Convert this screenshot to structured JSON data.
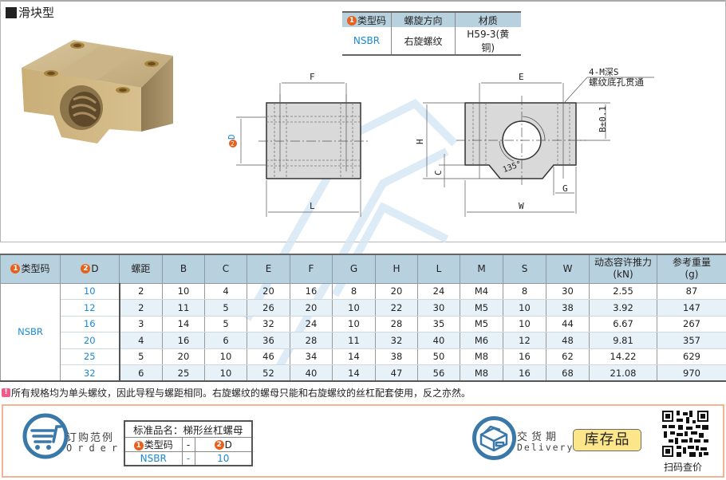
{
  "header": {
    "title": "滑块型"
  },
  "spec": {
    "headers": [
      "类型码",
      "螺旋方向",
      "材质"
    ],
    "badge": "1",
    "row": {
      "type_code": "NSBR",
      "thread_direction": "右旋螺纹",
      "material": "H59-3(黄铜)"
    }
  },
  "drawing": {
    "side_labels": {
      "F": "F",
      "D": "D",
      "L": "L",
      "badge": "2"
    },
    "front_labels": {
      "E": "E",
      "H": "H",
      "C": "C",
      "W": "W",
      "G": "G",
      "B": "B±0.1",
      "angle": "135°",
      "note1": "4-M深S",
      "note2": "螺纹底孔贯通"
    }
  },
  "table": {
    "headers": [
      {
        "badge": "1",
        "label": "类型码"
      },
      {
        "badge": "2",
        "label": "D"
      },
      {
        "label": "螺距"
      },
      {
        "label": "B"
      },
      {
        "label": "C"
      },
      {
        "label": "E"
      },
      {
        "label": "F"
      },
      {
        "label": "G"
      },
      {
        "label": "H"
      },
      {
        "label": "L"
      },
      {
        "label": "M"
      },
      {
        "label": "S"
      },
      {
        "label": "W"
      },
      {
        "label": "动态容许推力",
        "sub": "(kN)"
      },
      {
        "label": "参考重量",
        "sub": "(g)"
      }
    ],
    "type_code": "NSBR",
    "rows": [
      {
        "D": "10",
        "pitch": "2",
        "B": "10",
        "C": "4",
        "E": "20",
        "F": "16",
        "G": "8",
        "H": "20",
        "L": "24",
        "M": "M4",
        "S": "8",
        "W": "30",
        "thrust": "2.55",
        "weight": "87"
      },
      {
        "D": "12",
        "pitch": "2",
        "B": "11",
        "C": "5",
        "E": "26",
        "F": "20",
        "G": "10",
        "H": "22",
        "L": "30",
        "M": "M5",
        "S": "10",
        "W": "38",
        "thrust": "3.92",
        "weight": "147"
      },
      {
        "D": "16",
        "pitch": "3",
        "B": "14",
        "C": "5",
        "E": "32",
        "F": "24",
        "G": "10",
        "H": "28",
        "L": "35",
        "M": "M5",
        "S": "10",
        "W": "44",
        "thrust": "6.67",
        "weight": "267"
      },
      {
        "D": "20",
        "pitch": "4",
        "B": "16",
        "C": "6",
        "E": "36",
        "F": "28",
        "G": "11",
        "H": "32",
        "L": "40",
        "M": "M6",
        "S": "12",
        "W": "48",
        "thrust": "9.81",
        "weight": "357"
      },
      {
        "D": "25",
        "pitch": "5",
        "B": "20",
        "C": "10",
        "E": "46",
        "F": "34",
        "G": "14",
        "H": "38",
        "L": "50",
        "M": "M8",
        "S": "16",
        "W": "62",
        "thrust": "14.22",
        "weight": "629"
      },
      {
        "D": "32",
        "pitch": "6",
        "B": "25",
        "C": "10",
        "E": "52",
        "F": "40",
        "G": "14",
        "H": "47",
        "L": "56",
        "M": "M8",
        "S": "16",
        "W": "68",
        "thrust": "21.08",
        "weight": "970"
      }
    ]
  },
  "note": {
    "icon": "!",
    "text": "所有规格均为单头螺纹，因此导程与螺距相同。右旋螺纹的螺母只能和右旋螺纹的丝杠配套使用，反之亦然。"
  },
  "order": {
    "title_cn": "订购范例",
    "title_en": "Order",
    "product_name": "标准品名：梯形丝杠螺母",
    "col1": "类型码",
    "col1_badge": "1",
    "sep": "-",
    "col2": "D",
    "col2_badge": "2",
    "val1": "NSBR",
    "val2": "10"
  },
  "delivery": {
    "title_cn": "交货期",
    "title_en": "Delivery",
    "stock": "库存品"
  },
  "qr": {
    "label": "扫码查价"
  },
  "colors": {
    "header_bg": "#b8d1df",
    "alt_row": "#e6f1f8",
    "accent_orange": "#e8601c",
    "link_blue": "#1a8ad4",
    "panel_border": "#f3b493",
    "stock_bg": "#fde68a",
    "icon_blue": "#3a78a8"
  }
}
